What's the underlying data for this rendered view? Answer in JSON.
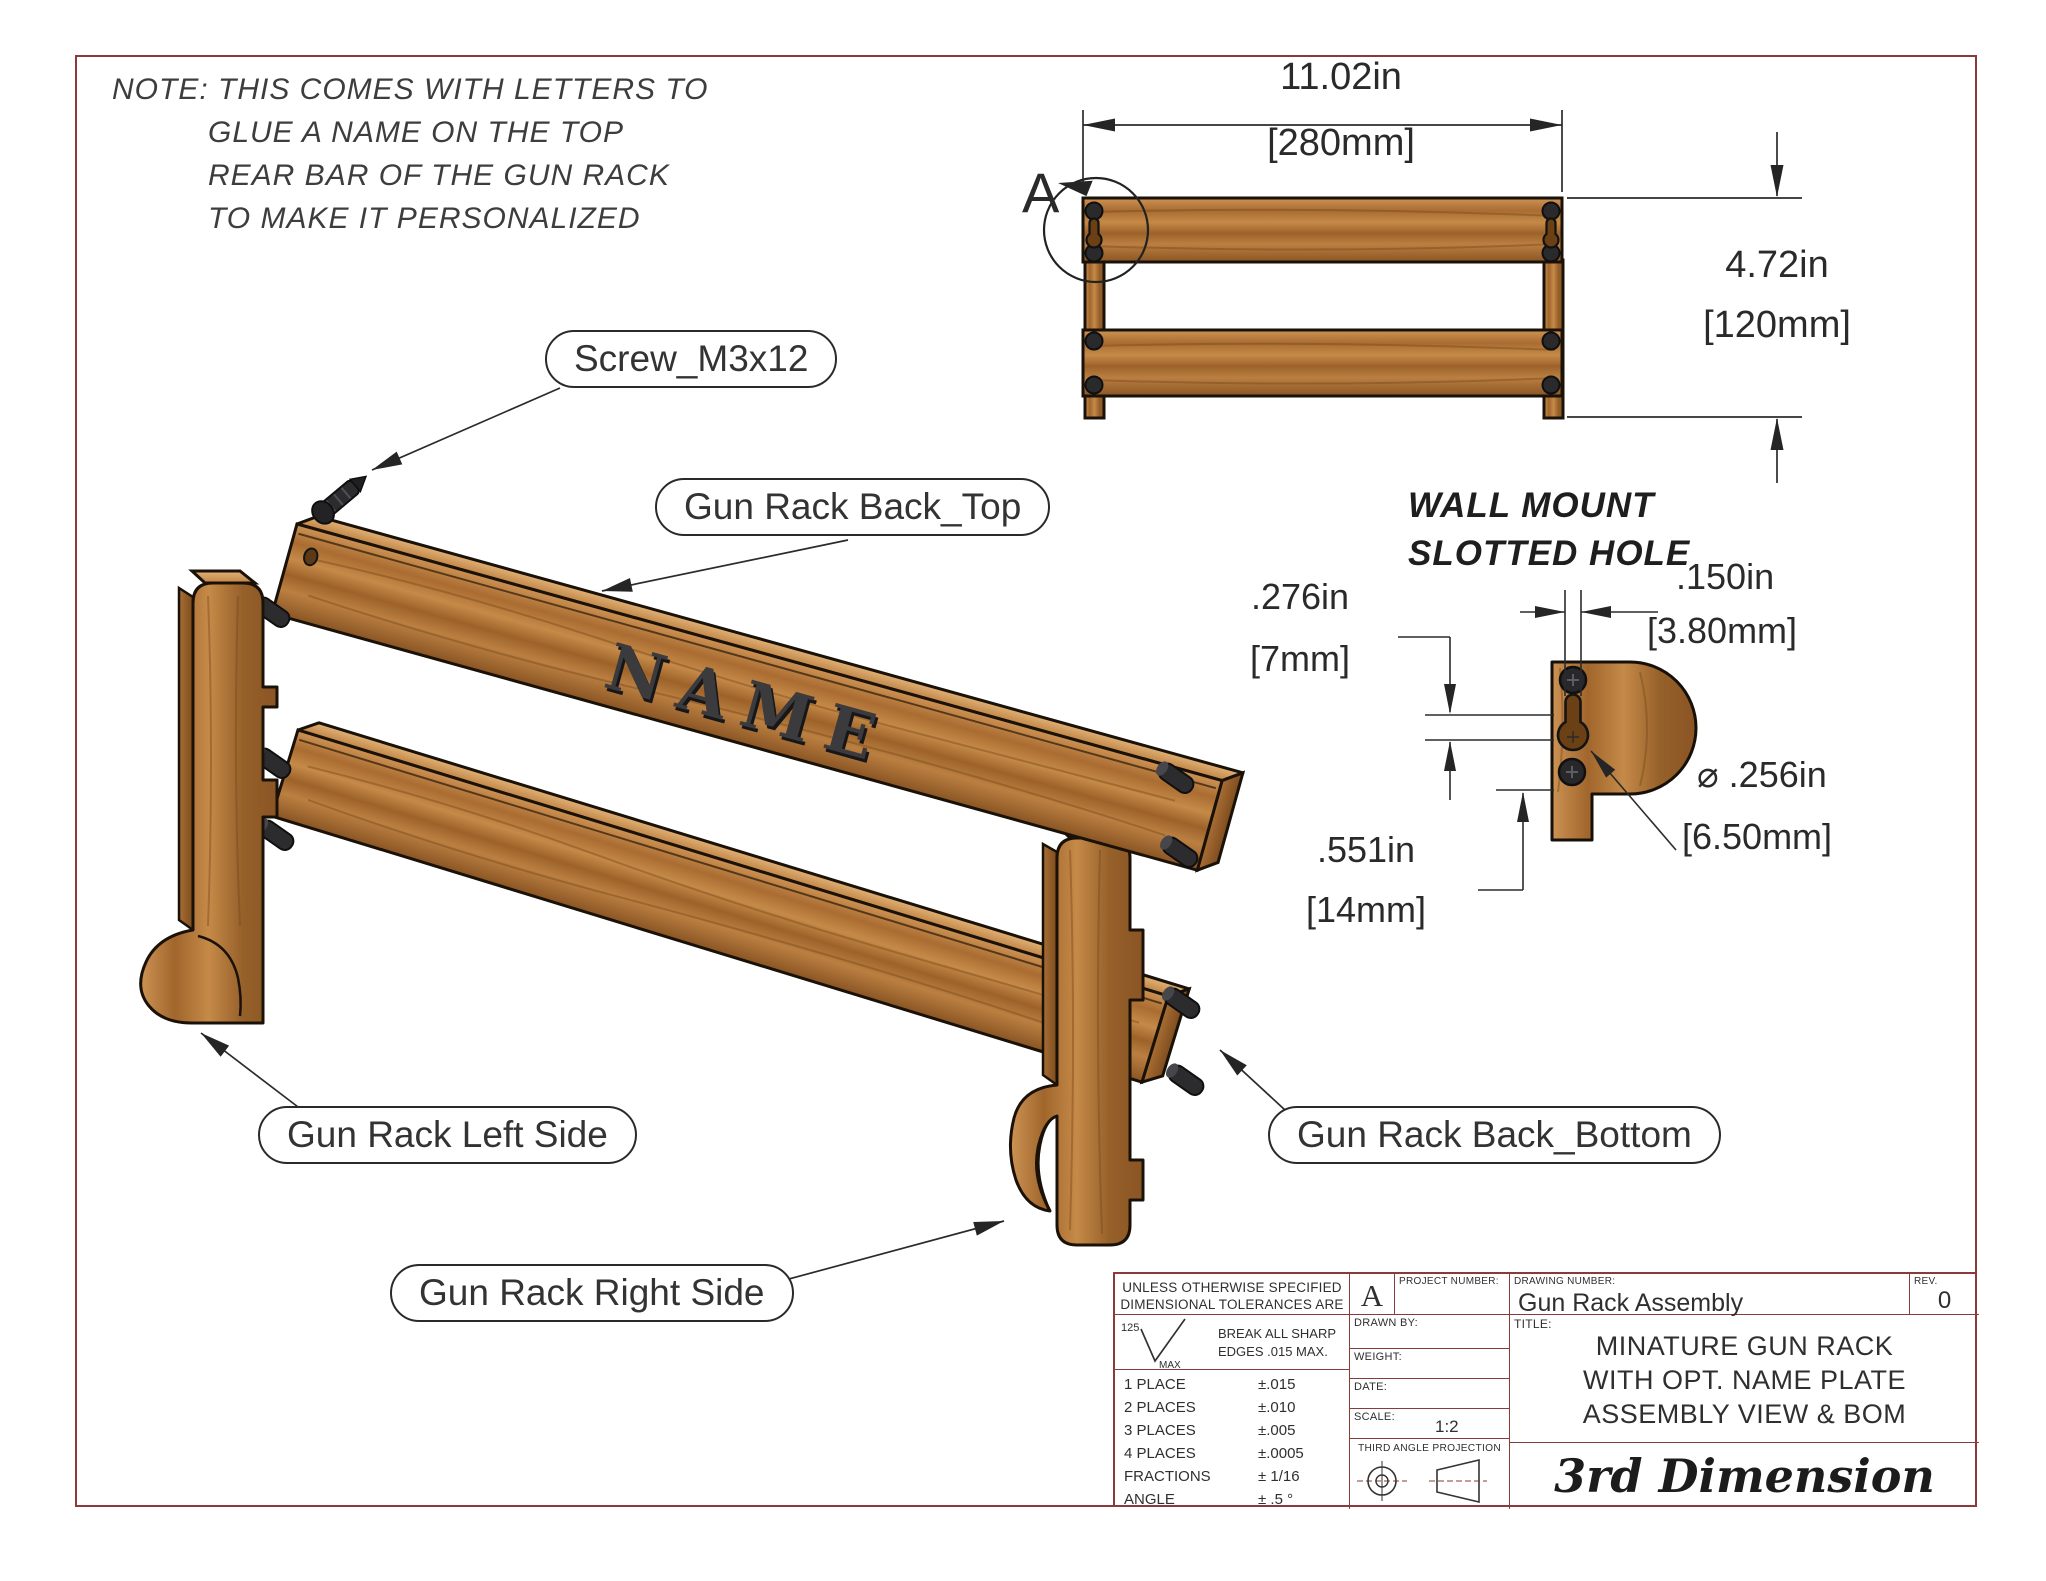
{
  "page": {
    "border_color": "#8a3a3a",
    "background": "#ffffff"
  },
  "colors": {
    "line_accent": "#8a3a3a",
    "drawing_line": "#2b2b2b",
    "wood_mid": "#b5773c",
    "wood_dark": "#8a5524",
    "wood_light": "#d8a768",
    "screw": "#2c2c2e",
    "name_letters": "#3b3b3d"
  },
  "note": {
    "line1": "NOTE: THIS COMES WITH LETTERS TO",
    "line2": "GLUE A NAME ON THE TOP",
    "line3": "REAR BAR OF THE GUN RACK",
    "line4": "TO MAKE IT PERSONALIZED"
  },
  "callouts": {
    "screw": "Screw_M3x12",
    "back_top": "Gun Rack Back_Top",
    "left_side": "Gun Rack Left Side",
    "back_bottom": "Gun Rack Back_Bottom",
    "right_side": "Gun Rack Right Side"
  },
  "iso": {
    "name_plate": "NAME"
  },
  "front_view": {
    "width_in": "11.02in",
    "width_mm": "[280mm]",
    "height_in": "4.72in",
    "height_mm": "[120mm]",
    "detail_label": "A"
  },
  "detail_view": {
    "title_line1": "WALL MOUNT",
    "title_line2": "SLOTTED HOLE",
    "offset_in": ".276in",
    "offset_mm": "[7mm]",
    "depth_in": ".551in",
    "depth_mm": "[14mm]",
    "slot_width_in": ".150in",
    "slot_width_mm": "[3.80mm]",
    "hole_dia_in": "⌀ .256in",
    "hole_dia_mm": "[6.50mm]"
  },
  "title_block": {
    "tolerance_header1": "UNLESS OTHERWISE SPECIFIED",
    "tolerance_header2": "DIMENSIONAL TOLERANCES ARE",
    "finish_value": "125",
    "finish_max": "MAX",
    "break_edges1": "BREAK ALL SHARP",
    "break_edges2": "EDGES .015 MAX.",
    "tol_rows": [
      {
        "label": "1 PLACE",
        "value": "±.015"
      },
      {
        "label": "2 PLACES",
        "value": "±.010"
      },
      {
        "label": "3 PLACES",
        "value": "±.005"
      },
      {
        "label": "4 PLACES",
        "value": "±.0005"
      },
      {
        "label": "FRACTIONS",
        "value": "± 1/16"
      },
      {
        "label": "ANGLE",
        "value": "± .5 °"
      }
    ],
    "size_letter": "A",
    "project_number_label": "PROJECT NUMBER:",
    "drawn_by_label": "DRAWN BY:",
    "weight_label": "WEIGHT:",
    "date_label": "DATE:",
    "scale_label": "SCALE:",
    "scale_value": "1:2",
    "projection_label": "THIRD ANGLE PROJECTION",
    "drawing_number_label": "DRAWING NUMBER:",
    "drawing_number": "Gun Rack Assembly",
    "rev_label": "REV.",
    "rev_value": "0",
    "title_label": "TITLE:",
    "title_line1": "MINATURE GUN RACK",
    "title_line2": "WITH OPT. NAME PLATE",
    "title_line3": "ASSEMBLY VIEW & BOM",
    "logo": "3rd Dimension"
  }
}
